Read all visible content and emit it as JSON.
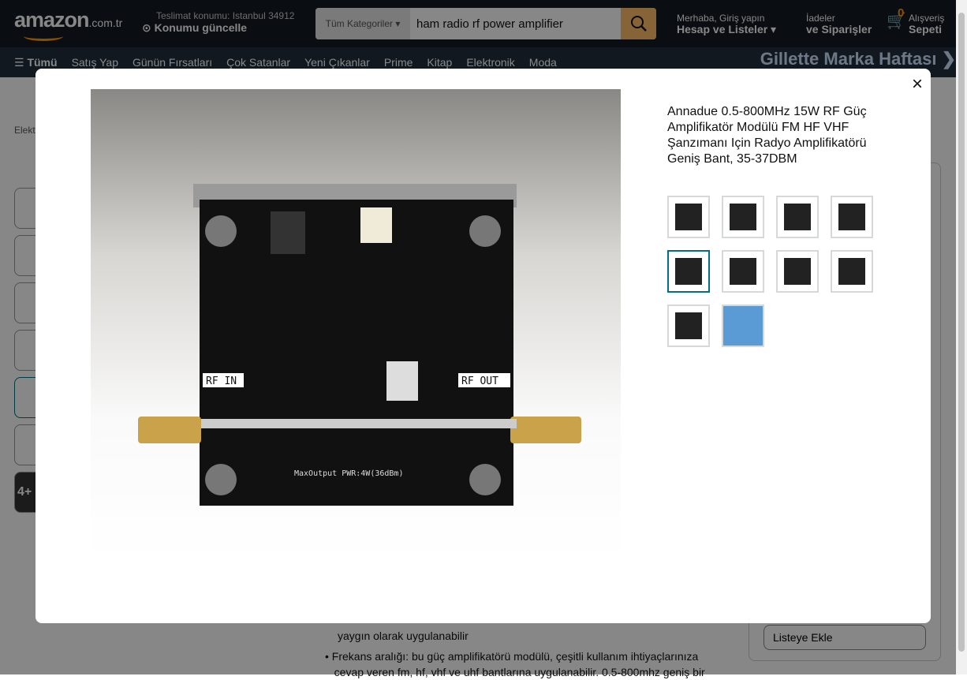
{
  "header": {
    "logo": "amazon",
    "logo_tld": ".com.tr",
    "delivery_label": "Teslimat konumu: Istanbul 34912",
    "delivery_action": "Konumu güncelle",
    "category": "Tüm Kategoriler",
    "search_value": "ham radio rf power amplifier",
    "greeting": "Merhaba, Giriş yapın",
    "account": "Hesap ve Listeler",
    "returns_top": "İadeler",
    "returns": "ve Siparişler",
    "cart_count": "0",
    "cart_top": "Alışveriş",
    "cart": "Sepeti"
  },
  "nav": {
    "all": "Tümü",
    "items": [
      "Satış Yap",
      "Günün Fırsatları",
      "Çok Satanlar",
      "Yeni Çıkanlar",
      "Prime",
      "Kitap",
      "Elektronik",
      "Moda"
    ],
    "banner": "Gillette Marka Haftası ❯"
  },
  "page": {
    "breadcrumb": "Elekt",
    "more_images": "4+",
    "bullet_1_tail": "yaygın olarak uygulanabilir",
    "bullet_2": "Frekans aralığı: bu güç amplifikatörü modülü, çeşitli kullanım ihtiyaçlarınıza",
    "bullet_2_cont": "cevap veren fm, hf, vhf ve uhf bantlarına uygulanabilir. 0.5-800mhz geniş bir",
    "add_to_list": "Listeye Ekle"
  },
  "modal": {
    "title": "Annadue 0.5-800MHz 15W RF Güç Amplifikatör Modülü FM HF VHF Şanzımanı Için Radyo Amplifikatörü Geniş Bant, 35-37DBM",
    "close": "×",
    "image_text": {
      "rf_in": "RF IN",
      "rf_out": "RF OUT",
      "max_output": "MaxOutput PWR:4W(36dBm)"
    },
    "thumbnail_count": 10,
    "selected_thumbnail": 5
  },
  "colors": {
    "header": "#131921",
    "nav": "#232f3e",
    "accent": "#febd69",
    "selected": "#007185"
  }
}
